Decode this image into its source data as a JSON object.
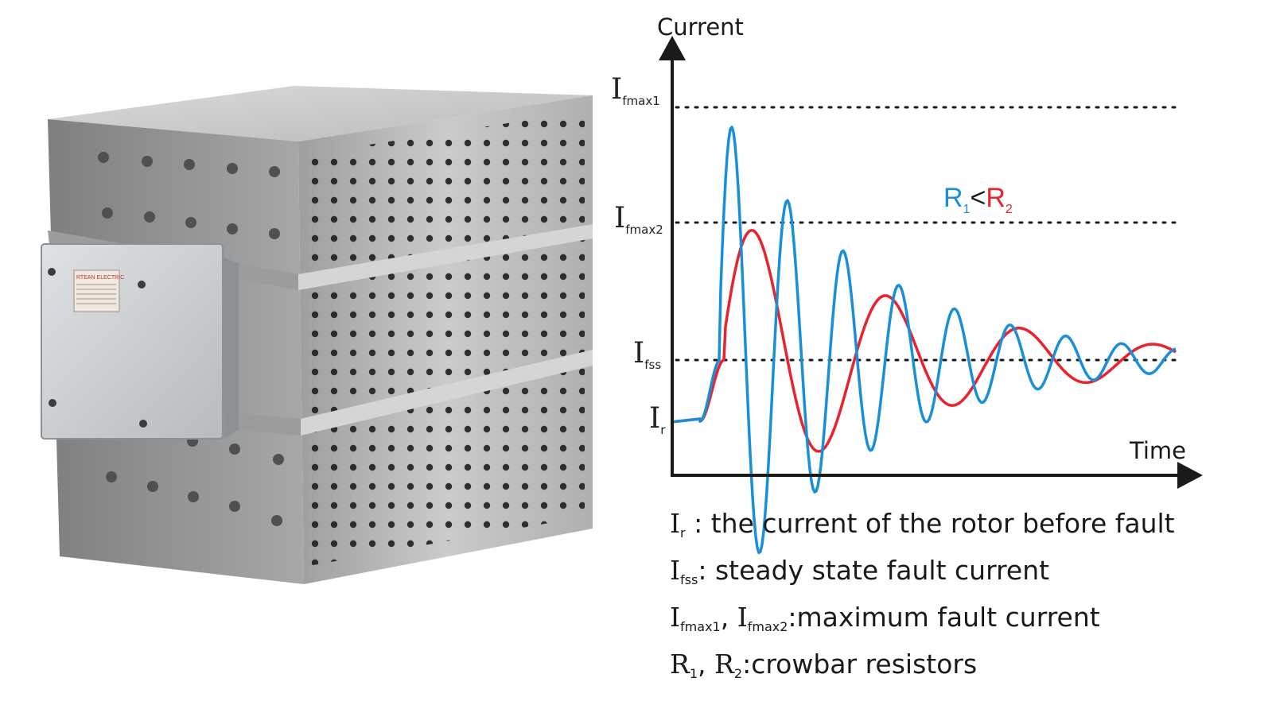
{
  "diagram": {
    "axis": {
      "y_title": "Current",
      "x_title": "Time"
    },
    "levels": {
      "fmax1": {
        "main": "I",
        "sub": "fmax1"
      },
      "fmax2": {
        "main": "I",
        "sub": "fmax2"
      },
      "fss": {
        "main": "I",
        "sub": "fss"
      },
      "r": {
        "main": "I",
        "sub": "r"
      }
    },
    "comparison": {
      "r1_main": "R",
      "r1_sub": "1",
      "op": "<",
      "r2_main": "R",
      "r2_sub": "2",
      "r1_color": "#1a8fd8",
      "r2_color": "#e8232e"
    },
    "curves": [
      {
        "name": "R1",
        "color": "#1a8fd8"
      },
      {
        "name": "R2",
        "color": "#e8232e"
      }
    ]
  },
  "legend": [
    {
      "sym": "I",
      "sub": "r",
      "text": " : the current of the rotor before fault"
    },
    {
      "sym": "I",
      "sub": "fss",
      "text": ": steady state fault current"
    },
    {
      "sym": "I",
      "sub": "fmax1",
      "sep": ", ",
      "sym2": "I",
      "sub2": "fmax2",
      "text": ":maximum fault current"
    },
    {
      "sym": "R",
      "sub": "1",
      "sep": ", ",
      "sym2": "R",
      "sub2": "2",
      "text": ":crowbar resistors"
    }
  ],
  "photo": {
    "label": "RTEAN ELECTRIC"
  }
}
